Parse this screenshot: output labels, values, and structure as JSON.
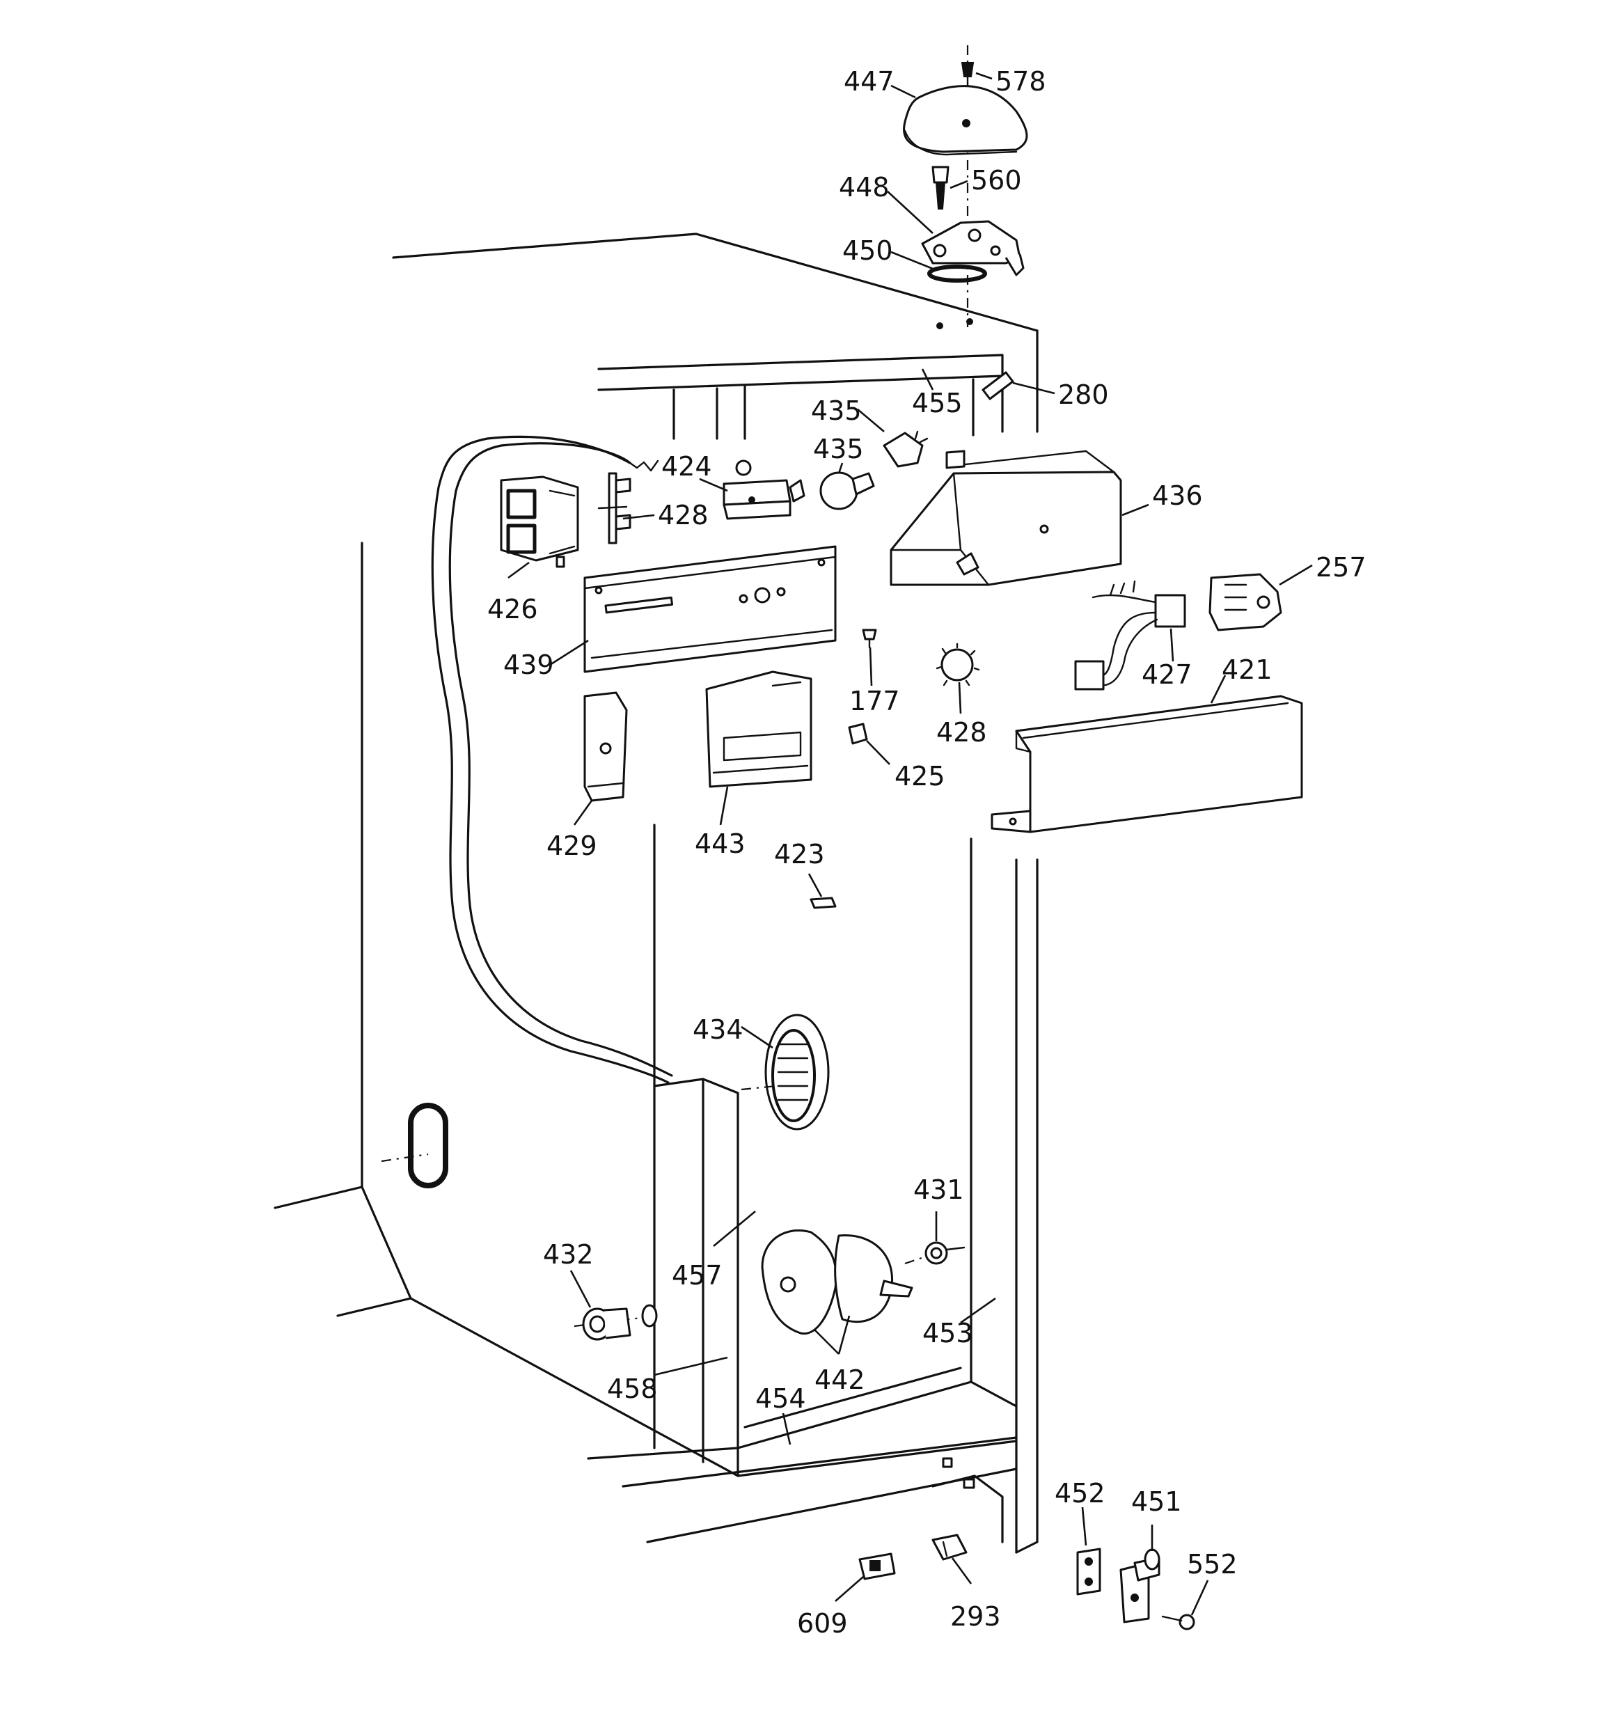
{
  "labels": {
    "p578": "578",
    "p447": "447",
    "p560": "560",
    "p448": "448",
    "p450": "450",
    "p280": "280",
    "p455": "455",
    "p435a": "435",
    "p435b": "435",
    "p424": "424",
    "p428a": "428",
    "p426": "426",
    "p436": "436",
    "p257": "257",
    "p439": "439",
    "p177": "177",
    "p427": "427",
    "p421": "421",
    "p428b": "428",
    "p425": "425",
    "p429": "429",
    "p443": "443",
    "p423": "423",
    "p434": "434",
    "p431": "431",
    "p432": "432",
    "p457": "457",
    "p453": "453",
    "p442": "442",
    "p458": "458",
    "p454": "454",
    "p452": "452",
    "p451": "451",
    "p552": "552",
    "p609": "609",
    "p293": "293"
  }
}
